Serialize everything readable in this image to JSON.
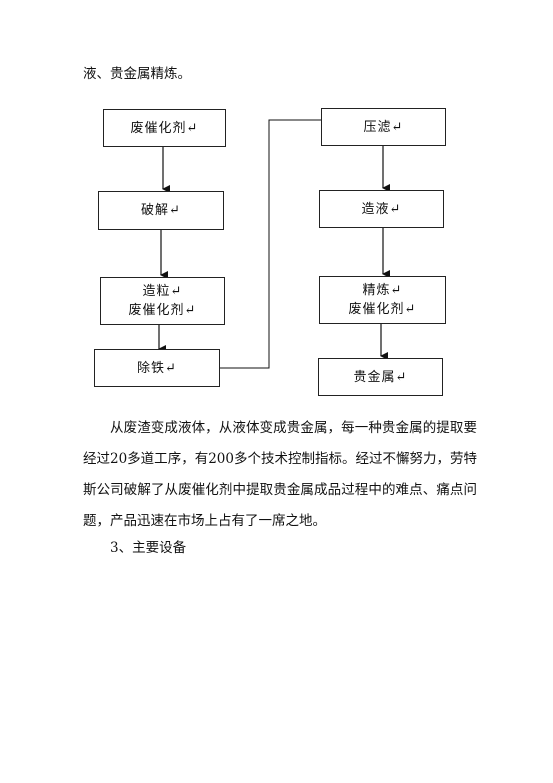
{
  "intro_line": "液、贵金属精炼。",
  "flowchart": {
    "left_boxes": [
      {
        "lines": [
          "废催化剂↵"
        ]
      },
      {
        "lines": [
          "破解↵"
        ]
      },
      {
        "lines": [
          "造粒↵",
          "废催化剂↵"
        ]
      },
      {
        "lines": [
          "除铁↵"
        ]
      }
    ],
    "right_boxes": [
      {
        "lines": [
          "压滤↵"
        ]
      },
      {
        "lines": [
          "造液↵"
        ]
      },
      {
        "lines": [
          "精炼↵",
          "废催化剂↵"
        ]
      },
      {
        "lines": [
          "贵金属↵"
        ]
      }
    ]
  },
  "body_paragraph": "从废渣变成液体，从液体变成贵金属，每一种贵金属的提取要经过20多道工序，有200多个技术控制指标。经过不懈努力，劳特斯公司破解了从废催化剂中提取贵金属成品过程中的难点、痛点问题，产品迅速在市场上占有了一席之地。",
  "section_heading": "3、主要设备"
}
